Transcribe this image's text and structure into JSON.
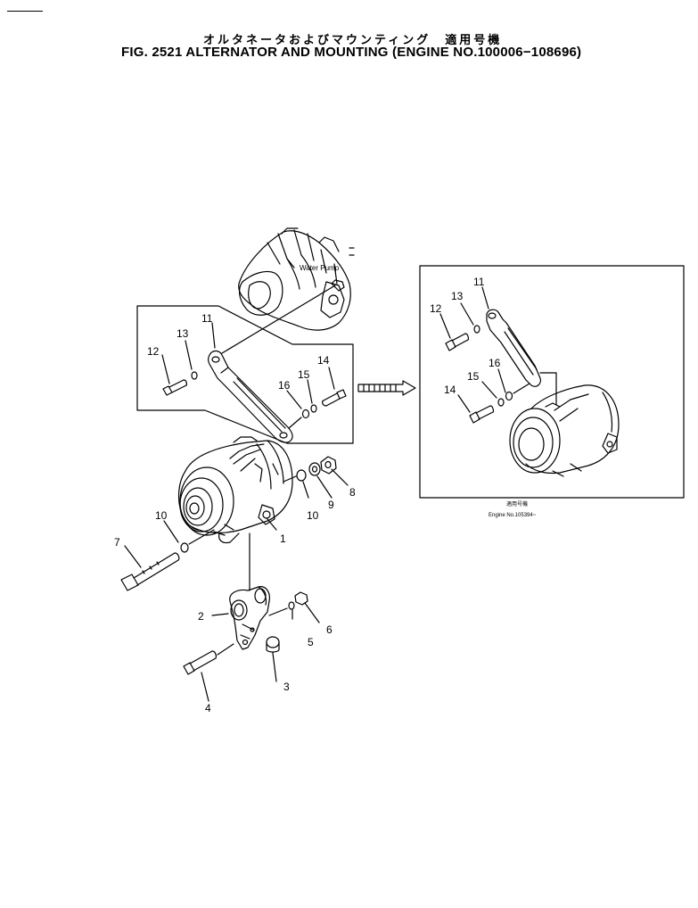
{
  "header": {
    "title_jp": "オルタネータおよびマウンティング　適用号機",
    "title_en": "FIG. 2521  ALTERNATOR AND MOUNTING (ENGINE NO.100006−108696)"
  },
  "labels": {
    "water_pump": "Water Pump",
    "inset_jp": "適用号機",
    "inset_en": "Engine No.105394~"
  },
  "callouts": {
    "p1": "1",
    "p2": "2",
    "p3": "3",
    "p4": "4",
    "p5": "5",
    "p6": "6",
    "p7": "7",
    "p8": "8",
    "p9": "9",
    "p10a": "10",
    "p10b": "10",
    "p11": "11",
    "p12": "12",
    "p13": "13",
    "p14": "14",
    "p15": "15",
    "p16": "16",
    "i11": "11",
    "i12": "12",
    "i13": "13",
    "i14": "14",
    "i15": "15",
    "i16": "16"
  }
}
